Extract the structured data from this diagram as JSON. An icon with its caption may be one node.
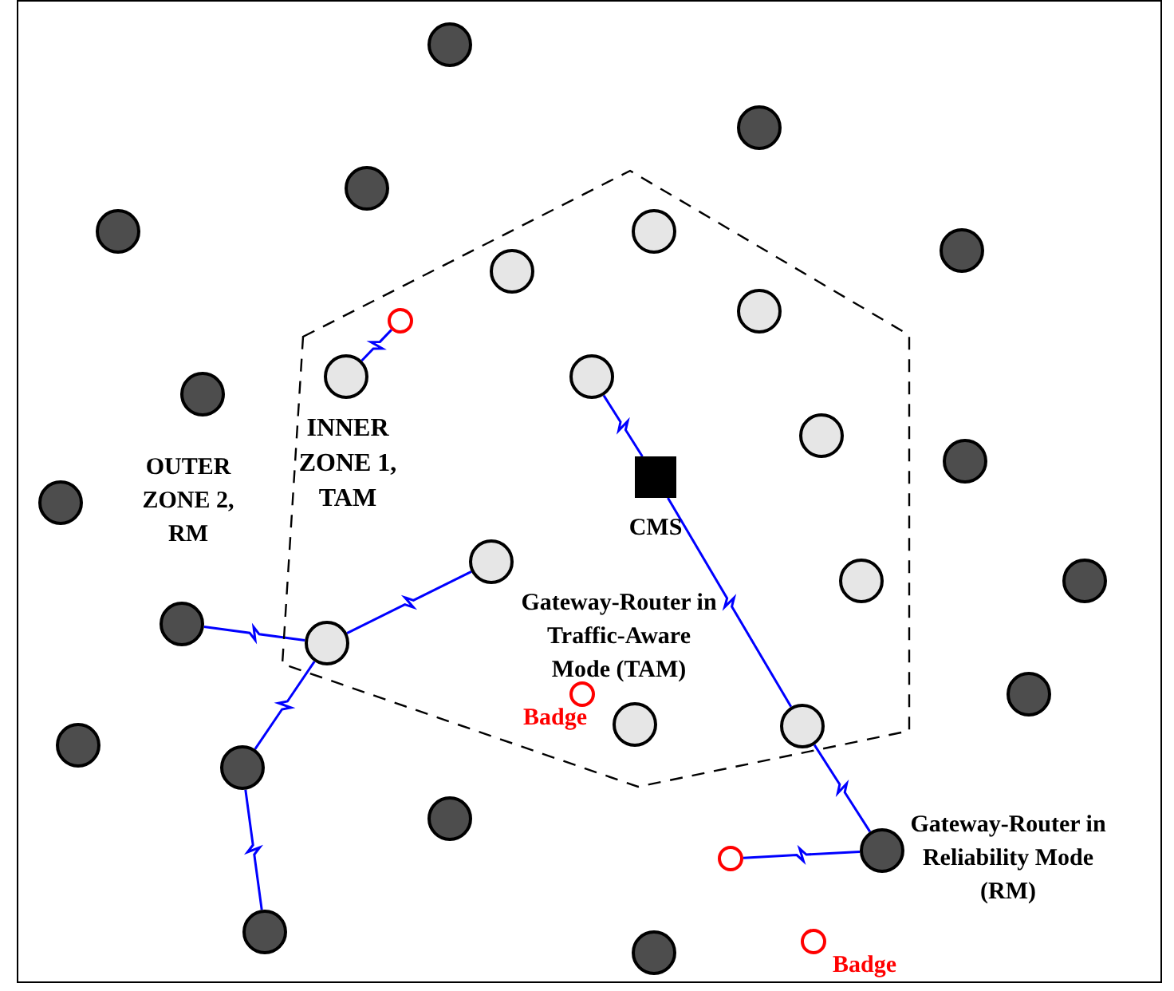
{
  "diagram": {
    "nodes": [
      {
        "text": [
          "INNER ZONE 1, TAM"
        ]
      },
      {
        "text": [],
        "shape": "circle"
      },
      {
        "text": [],
        "shape": "circle"
      },
      {
        "text": [],
        "shape": "circle"
      },
      {
        "text": [],
        "shape": "circle"
      },
      {
        "text": [],
        "shape": "circle",
        "in": 0
      },
      {
        "text": [],
        "shape": "circle"
      },
      {
        "text": [],
        "shape": "circle",
        "in": 0
      },
      {
        "text": [],
        "shape": "circle",
        "in": 0
      },
      {
        "text": [],
        "shape": "circle",
        "in": 0
      },
      {
        "text": [],
        "shape": "circle",
        "in": 0
      },
      {
        "text": [],
        "shape": "circle",
        "in": 0
      },
      {
        "text": [],
        "shape": "circle"
      },
      {
        "text": [],
        "shape": "circle",
        "in": 0
      },
      {
        "text": [],
        "shape": "circle"
      },
      {
        "text": [],
        "shape": "box",
        "in": 0,
        "beside": [
          "CMS"
        ]
      },
      {
        "text": [],
        "shape": "circle"
      },
      {
        "text": [],
        "shape": "circle",
        "in": 0
      },
      {
        "text": [],
        "shape": "circle",
        "in": 0
      },
      {
        "text": [],
        "shape": "circle"
      },
      {
        "text": [],
        "shape": "circle"
      },
      {
        "text": [],
        "shape": "circle",
        "in": 0
      },
      {
        "text": [],
        "shape": "circle",
        "in": 0,
        "beside": [
          "Badge"
        ]
      },
      {
        "text": [],
        "shape": "circle"
      },
      {
        "text": [],
        "shape": "circle",
        "in": 0
      },
      {
        "text": [],
        "shape": "circle",
        "in": 0
      },
      {
        "text": [],
        "shape": "circle"
      },
      {
        "text": [],
        "shape": "circle"
      },
      {
        "text": [],
        "shape": "circle"
      },
      {
        "text": [],
        "shape": "circle",
        "beside": [
          "Gateway-Router in Reliability Mode (RM)"
        ]
      },
      {
        "text": [],
        "shape": "circle"
      },
      {
        "text": [],
        "shape": "circle"
      },
      {
        "text": [],
        "shape": "circle",
        "beside": [
          "Badge"
        ]
      },
      {
        "text": [],
        "shape": "circle"
      }
    ],
    "edges": [
      {
        "from": 9,
        "to": 10,
        "arrow": "none"
      },
      {
        "from": 11,
        "to": 15,
        "arrow": "none"
      },
      {
        "from": 15,
        "to": 25,
        "arrow": "none"
      },
      {
        "from": 25,
        "to": 29,
        "arrow": "none"
      },
      {
        "from": 29,
        "to": 30,
        "arrow": "none"
      },
      {
        "from": 20,
        "to": 21,
        "arrow": "none"
      },
      {
        "from": 21,
        "to": 17,
        "arrow": "none"
      },
      {
        "from": 21,
        "to": 27,
        "arrow": "none"
      },
      {
        "from": 27,
        "to": 31,
        "arrow": "none"
      }
    ],
    "labels": [
      "OUTER ZONE 2, RM",
      "Gateway-Router in Traffic-Aware Mode (TAM)"
    ]
  }
}
